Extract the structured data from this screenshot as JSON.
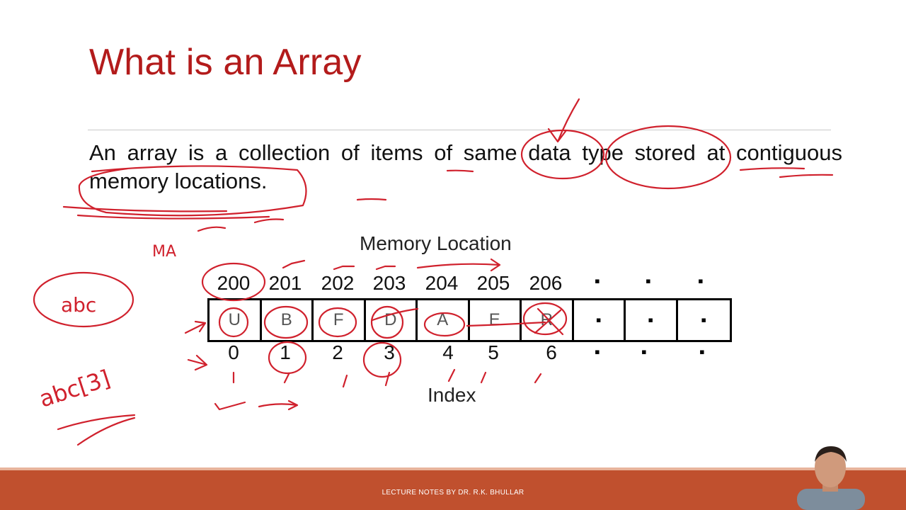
{
  "slide": {
    "title": "What is an Array",
    "body": "An array is a collection of items of same data type stored at contiguous memory locations.",
    "diagram": {
      "top_label": "Memory Location",
      "bottom_label": "Index",
      "addresses": [
        "200",
        "201",
        "202",
        "203",
        "204",
        "205",
        "206"
      ],
      "cells": [
        "U",
        "B",
        "F",
        "D",
        "A",
        "E",
        "R"
      ],
      "indices": [
        "0",
        "1",
        "2",
        "3",
        "4",
        "5",
        "6"
      ],
      "continuation_marks": [
        "▪",
        "▪",
        "▪"
      ]
    },
    "footer": "LECTURE NOTES BY DR. R.K. BHULLAR"
  },
  "annotations": {
    "handwritten": [
      "MA",
      "abc",
      "abc[3]"
    ],
    "ink_color": "#d0212d"
  },
  "theme": {
    "title_color": "#b31b1b",
    "footer_color": "#c0502e"
  }
}
